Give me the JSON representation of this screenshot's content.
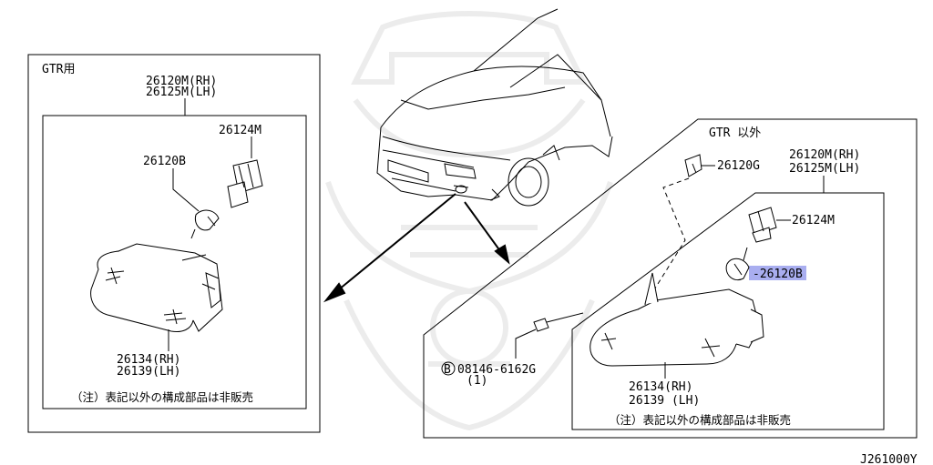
{
  "left_panel": {
    "group_label": "GTR用",
    "part_assembly_rh": "26120M(RH)",
    "part_assembly_lh": "26125M(LH)",
    "part_socket": "26124M",
    "part_bulb": "26120B",
    "part_lens_rh": "26134(RH)",
    "part_lens_lh": "26139(LH)",
    "note": "（注）表記以外の構成部品は非販売"
  },
  "right_panel": {
    "group_label": "GTR 以外",
    "part_clip": "26120G",
    "part_assembly_rh": "26120M(RH)",
    "part_assembly_lh": "26125M(LH)",
    "part_socket": "26124M",
    "part_bulb_prefix": "-",
    "part_bulb": "26120",
    "part_bulb_suffix": "B",
    "bolt_marker": "B",
    "part_bolt": "08146-6162G",
    "part_bolt_qty": "(1)",
    "part_lens_rh": "26134(RH)",
    "part_lens_lh": "26139 (LH)",
    "note": "（注）表記以外の構成部品は非販売"
  },
  "diagram_code": "J261000Y",
  "colors": {
    "highlight": "#a9aef0",
    "line": "#000000",
    "watermark": "#ececec"
  },
  "icons": [
    "car-illustration",
    "fog-lamp-drawing",
    "bulb-drawing",
    "socket-drawing",
    "clip-drawing",
    "bolt-drawing",
    "watermark-emblem"
  ]
}
